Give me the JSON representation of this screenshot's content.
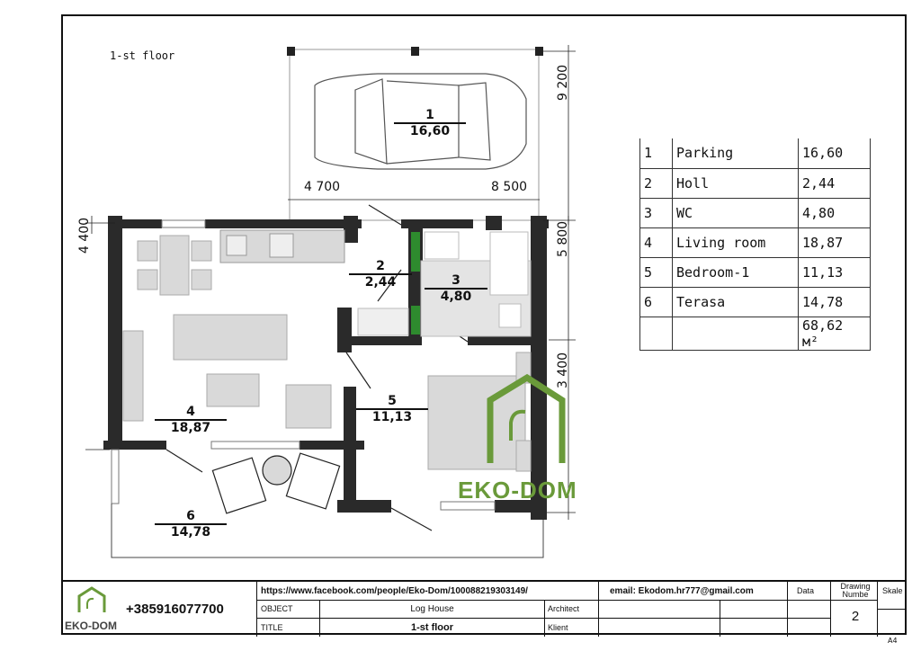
{
  "floor_label": "1-st floor",
  "dimensions": {
    "parking_depth": "9 200",
    "left_depth": "4 400",
    "upper_right": "5 800",
    "lower_right": "3 400",
    "width_left": "4 700",
    "width_right": "8 500"
  },
  "rooms_on_plan": [
    {
      "num": "1",
      "area": "16,60"
    },
    {
      "num": "2",
      "area": "2,44"
    },
    {
      "num": "3",
      "area": "4,80"
    },
    {
      "num": "4",
      "area": "18,87"
    },
    {
      "num": "5",
      "area": "11,13"
    },
    {
      "num": "6",
      "area": "14,78"
    }
  ],
  "room_table": {
    "rows": [
      {
        "num": "1",
        "name": "Parking",
        "area": "16,60"
      },
      {
        "num": "2",
        "name": "Holl",
        "area": "2,44"
      },
      {
        "num": "3",
        "name": "WC",
        "area": "4,80"
      },
      {
        "num": "4",
        "name": "Living room",
        "area": "18,87"
      },
      {
        "num": "5",
        "name": "Bedroom-1",
        "area": "11,13"
      },
      {
        "num": "6",
        "name": "Terasa",
        "area": "14,78"
      }
    ],
    "total": "68,62 м²"
  },
  "brand": "EKO-DOM",
  "title_block": {
    "logo_text": "EKO-DOM",
    "phone": "+385916077700",
    "facebook": "https://www.facebook.com/people/Eko-Dom/100088219303149/",
    "email": "email: Ekodom.hr777@gmail.com",
    "data_label": "Data",
    "drawing_number_label": "Drawing Numbe",
    "scale_label": "Skale",
    "object_label": "OBJECT",
    "object_value": "Log House",
    "architect_label": "Architect",
    "title_label": "TITLE",
    "title_value": "1-st floor",
    "klient_label": "Klient",
    "drawing_number": "2",
    "paper": "A4"
  },
  "colors": {
    "wall": "#2a2a2a",
    "brand": "#6a9a3a",
    "door_green": "#2e8b2e",
    "furniture": "#d9d9d9"
  }
}
